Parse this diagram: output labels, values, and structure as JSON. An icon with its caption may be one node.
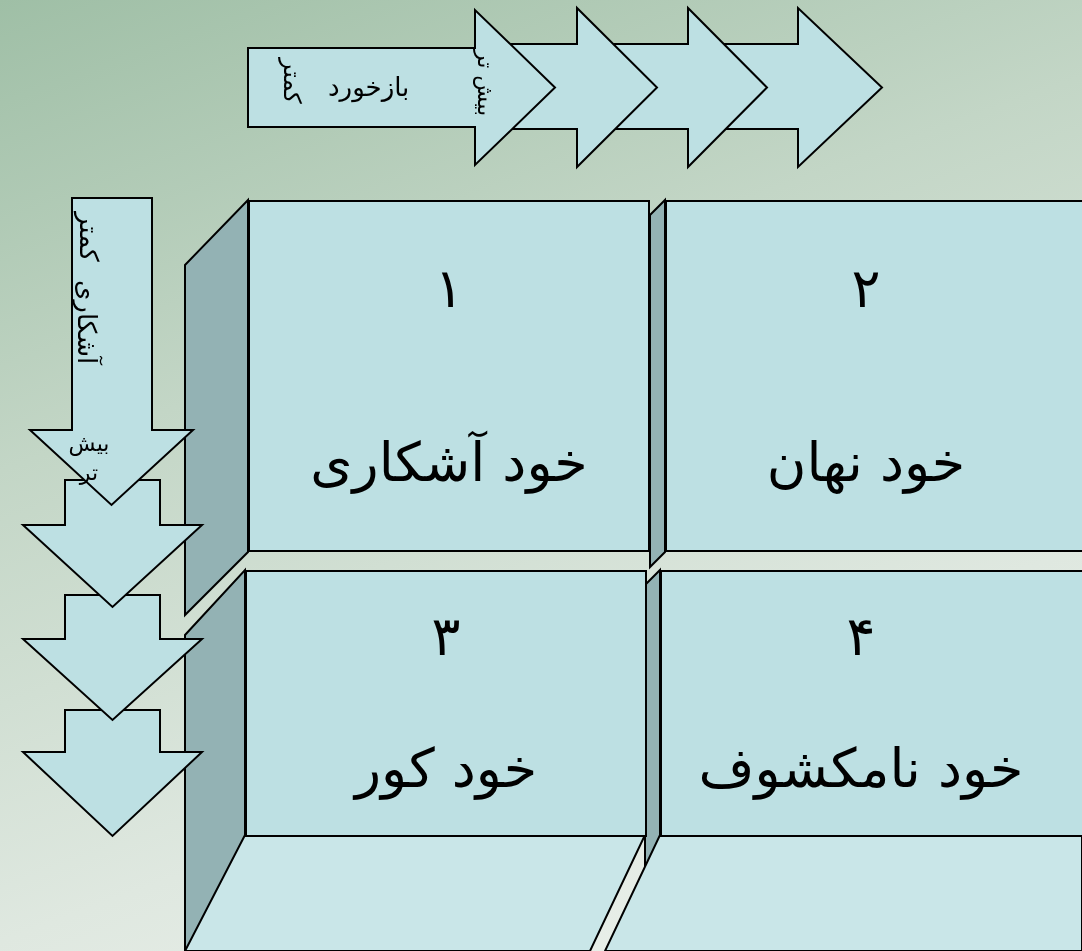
{
  "diagram": {
    "nodes": [
      {
        "text": [
          "کمتر",
          "بازخورد",
          "بیش تر"
        ]
      },
      {
        "text": [
          "کمتر",
          "آشکاری",
          "بیش تر"
        ]
      },
      {
        "text": [
          "۱",
          "خود آشکاری"
        ]
      },
      {
        "text": [
          "۲",
          "خود نهان"
        ]
      },
      {
        "text": [
          "۳",
          "خود کور"
        ]
      },
      {
        "text": [
          "۴",
          "خود نامکشوف"
        ]
      }
    ],
    "edges": []
  }
}
